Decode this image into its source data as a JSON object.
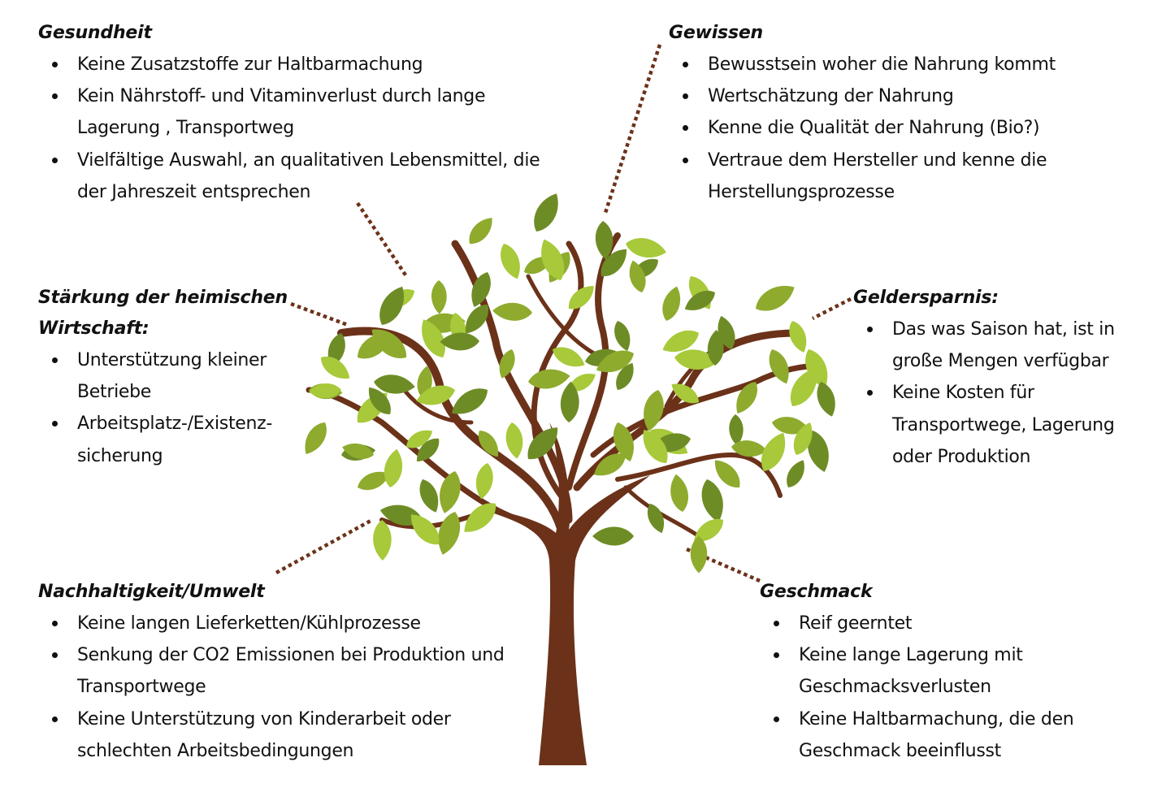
{
  "colors": {
    "trunk": "#6b3219",
    "leaf_dark": "#6e8c26",
    "leaf_mid": "#8eab2e",
    "leaf_light": "#a7c93a",
    "dots": "#6b3219"
  },
  "sections": {
    "gesundheit": {
      "title": "Gesundheit",
      "items": [
        "Keine Zusatzstoffe zur Haltbarmachung",
        "Kein Nährstoff- und Vitaminverlust durch lange Lagerung , Transportweg",
        "Vielfältige Auswahl, an qualitativen Lebensmittel, die der Jahreszeit entsprechen"
      ]
    },
    "gewissen": {
      "title": "Gewissen",
      "items": [
        "Bewusstsein woher die Nahrung kommt",
        "Wertschätzung der Nahrung",
        "Kenne die Qualität der Nahrung (Bio?)",
        "Vertraue dem Hersteller und kenne die Herstellungsprozesse"
      ]
    },
    "wirtschaft": {
      "title": "Stärkung der heimischen Wirtschaft:",
      "items": [
        "Unterstützung kleiner Betriebe",
        "Arbeitsplatz-/Existenz-sicherung"
      ]
    },
    "geldersparnis": {
      "title": "Geldersparnis:",
      "items": [
        " Das was Saison hat, ist in große Mengen verfügbar",
        " Keine Kosten für Transportwege, Lagerung oder Produktion"
      ]
    },
    "nachhaltigkeit": {
      "title": "Nachhaltigkeit/Umwelt",
      "items": [
        "Keine langen Lieferketten/Kühlprozesse",
        "Senkung der CO2 Emissionen bei Produktion und Transportwege",
        "Keine Unterstützung von Kinderarbeit oder schlechten Arbeitsbedingungen"
      ]
    },
    "geschmack": {
      "title": "Geschmack",
      "items": [
        "Reif geerntet",
        "Keine lange Lagerung mit Geschmacksverlusten",
        "Keine Haltbarmachung, die den Geschmack beeinflusst"
      ]
    }
  }
}
